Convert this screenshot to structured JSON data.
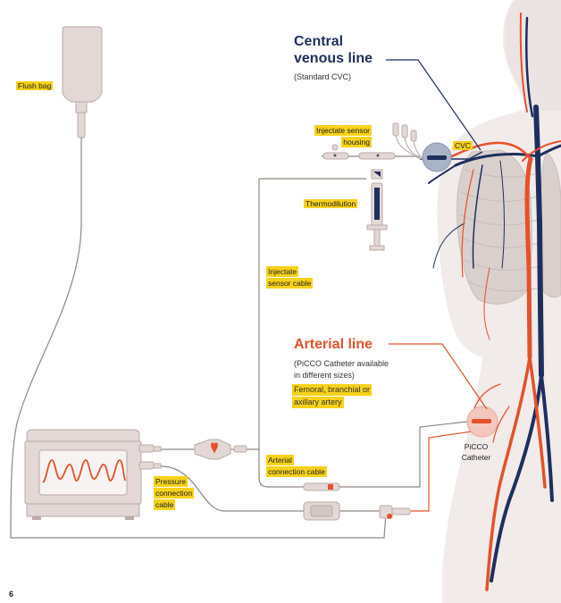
{
  "labels": {
    "flush_bag": "Flush bag",
    "injectate_sensor_housing": [
      "Injectate sensor",
      "housing"
    ],
    "cvc": "CVC",
    "thermodilution": "Thermodilution",
    "injectate_sensor_cable": [
      "Injectate",
      "sensor cable"
    ],
    "arterial_connection_cable": [
      "Arterial",
      "connection cable"
    ],
    "pressure_connection_cable": [
      "Pressure",
      "connection",
      "cable"
    ],
    "picco_catheter": [
      "PiCCO",
      "Catheter"
    ]
  },
  "central_venous": {
    "title": [
      "Central",
      "venous line"
    ],
    "subtitle": "(Standard CVC)"
  },
  "arterial": {
    "title": "Arterial line",
    "subtitle": [
      "(PiCCO Catheter available",
      "in different sizes)"
    ],
    "sites": [
      "Femoral, branchial or",
      "axillary artery"
    ]
  },
  "page_number": "6",
  "colors": {
    "navy": "#1e2f5e",
    "red": "#e4512b",
    "highlight": "#f7d21a",
    "device_fill": "#e3d8d6",
    "device_stroke": "#b9aaa7",
    "body": "#f1ebea"
  }
}
